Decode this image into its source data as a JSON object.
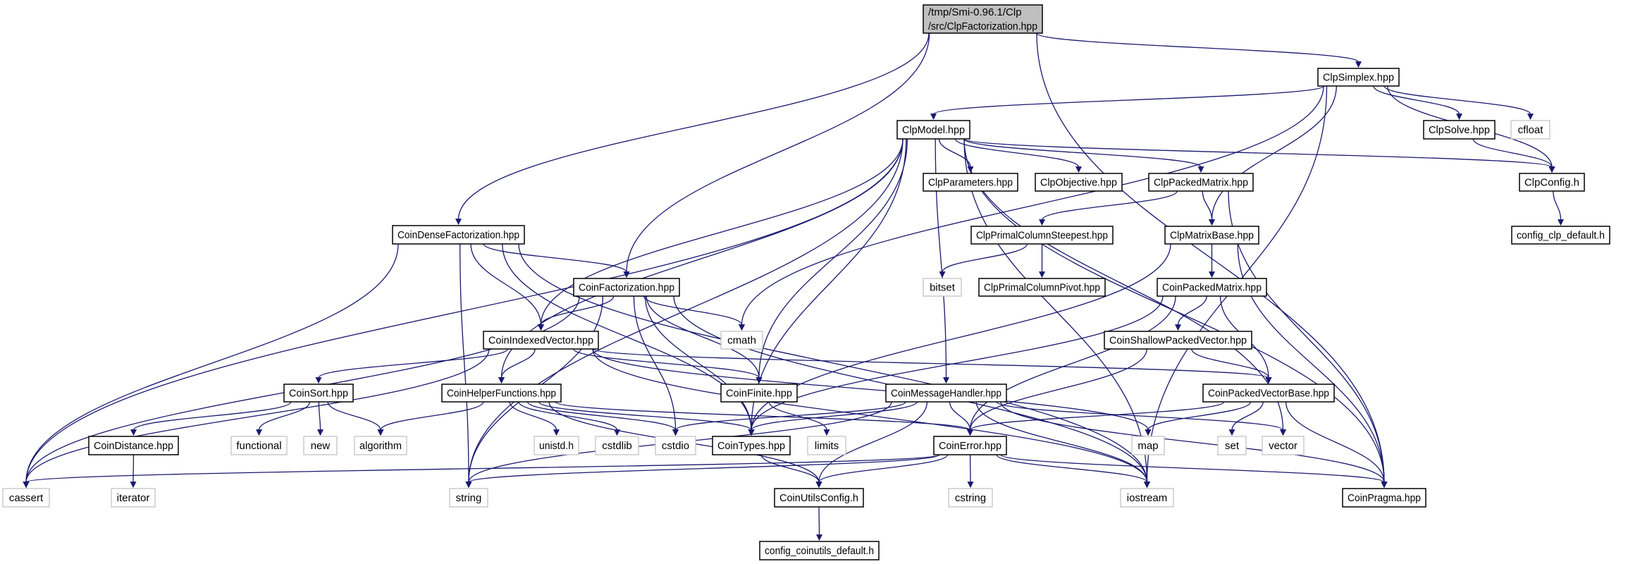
{
  "diagram": {
    "type": "include-dependency-graph",
    "colors": {
      "edge": "#191970",
      "root_fill": "#bfbfbf",
      "documented_border": "#000000",
      "external_border": "#bfbfbf"
    },
    "nodes": {
      "root": {
        "lines": [
          "/tmp/Smi-0.96.1/Clp",
          "/src/ClpFactorization.hpp"
        ],
        "kind": "root"
      },
      "ClpSimplex": {
        "label": "ClpSimplex.hpp",
        "kind": "documented"
      },
      "ClpModel": {
        "label": "ClpModel.hpp",
        "kind": "documented"
      },
      "ClpSolve": {
        "label": "ClpSolve.hpp",
        "kind": "documented"
      },
      "cfloat": {
        "label": "cfloat",
        "kind": "external"
      },
      "ClpParameters": {
        "label": "ClpParameters.hpp",
        "kind": "documented"
      },
      "ClpObjective": {
        "label": "ClpObjective.hpp",
        "kind": "documented"
      },
      "ClpPackedMatrix": {
        "label": "ClpPackedMatrix.hpp",
        "kind": "documented"
      },
      "ClpConfig": {
        "label": "ClpConfig.h",
        "kind": "documented"
      },
      "CoinDenseFactorization": {
        "label": "CoinDenseFactorization.hpp",
        "kind": "documented"
      },
      "ClpPrimalColumnSteepest": {
        "label": "ClpPrimalColumnSteepest.hpp",
        "kind": "documented"
      },
      "ClpMatrixBase": {
        "label": "ClpMatrixBase.hpp",
        "kind": "documented"
      },
      "config_clp_default": {
        "label": "config_clp_default.h",
        "kind": "documented"
      },
      "CoinFactorization": {
        "label": "CoinFactorization.hpp",
        "kind": "documented"
      },
      "bitset": {
        "label": "bitset",
        "kind": "external"
      },
      "ClpPrimalColumnPivot": {
        "label": "ClpPrimalColumnPivot.hpp",
        "kind": "documented"
      },
      "CoinPackedMatrix": {
        "label": "CoinPackedMatrix.hpp",
        "kind": "documented"
      },
      "CoinIndexedVector": {
        "label": "CoinIndexedVector.hpp",
        "kind": "documented"
      },
      "cmath": {
        "label": "cmath",
        "kind": "external"
      },
      "CoinShallowPackedVector": {
        "label": "CoinShallowPackedVector.hpp",
        "kind": "documented"
      },
      "CoinSort": {
        "label": "CoinSort.hpp",
        "kind": "documented"
      },
      "CoinHelperFunctions": {
        "label": "CoinHelperFunctions.hpp",
        "kind": "documented"
      },
      "CoinFinite": {
        "label": "CoinFinite.hpp",
        "kind": "documented"
      },
      "CoinMessageHandler": {
        "label": "CoinMessageHandler.hpp",
        "kind": "documented"
      },
      "CoinPackedVectorBase": {
        "label": "CoinPackedVectorBase.hpp",
        "kind": "documented"
      },
      "CoinDistance": {
        "label": "CoinDistance.hpp",
        "kind": "documented"
      },
      "functional": {
        "label": "functional",
        "kind": "external"
      },
      "new": {
        "label": "new",
        "kind": "external"
      },
      "algorithm": {
        "label": "algorithm",
        "kind": "external"
      },
      "unistd": {
        "label": "unistd.h",
        "kind": "external"
      },
      "cstdlib": {
        "label": "cstdlib",
        "kind": "external"
      },
      "cstdio": {
        "label": "cstdio",
        "kind": "external"
      },
      "CoinTypes": {
        "label": "CoinTypes.hpp",
        "kind": "documented"
      },
      "limits": {
        "label": "limits",
        "kind": "external"
      },
      "CoinError": {
        "label": "CoinError.hpp",
        "kind": "documented"
      },
      "map": {
        "label": "map",
        "kind": "external"
      },
      "set": {
        "label": "set",
        "kind": "external"
      },
      "vector": {
        "label": "vector",
        "kind": "external"
      },
      "cassert": {
        "label": "cassert",
        "kind": "external"
      },
      "iterator": {
        "label": "iterator",
        "kind": "external"
      },
      "string": {
        "label": "string",
        "kind": "external"
      },
      "CoinUtilsConfig": {
        "label": "CoinUtilsConfig.h",
        "kind": "documented"
      },
      "cstring": {
        "label": "cstring",
        "kind": "external"
      },
      "iostream": {
        "label": "iostream",
        "kind": "external"
      },
      "CoinPragma": {
        "label": "CoinPragma.hpp",
        "kind": "documented"
      },
      "config_coinutils_default": {
        "label": "config_coinutils_default.h",
        "kind": "documented"
      }
    },
    "edges": [
      [
        "root",
        "ClpSimplex"
      ],
      [
        "root",
        "CoinPragma"
      ],
      [
        "root",
        "CoinDenseFactorization"
      ],
      [
        "root",
        "CoinFactorization"
      ],
      [
        "ClpSimplex",
        "ClpModel"
      ],
      [
        "ClpSimplex",
        "cmath"
      ],
      [
        "ClpSimplex",
        "ClpMatrixBase"
      ],
      [
        "ClpSimplex",
        "iostream"
      ],
      [
        "ClpSimplex",
        "ClpSolve"
      ],
      [
        "ClpSimplex",
        "cfloat"
      ],
      [
        "ClpSimplex",
        "ClpConfig"
      ],
      [
        "ClpModel",
        "cassert"
      ],
      [
        "ClpModel",
        "string"
      ],
      [
        "ClpModel",
        "CoinHelperFunctions"
      ],
      [
        "ClpModel",
        "CoinIndexedVector"
      ],
      [
        "ClpModel",
        "CoinTypes"
      ],
      [
        "ClpModel",
        "CoinFinite"
      ],
      [
        "ClpModel",
        "CoinMessageHandler"
      ],
      [
        "ClpModel",
        "ClpParameters"
      ],
      [
        "ClpModel",
        "ClpObjective"
      ],
      [
        "ClpModel",
        "ClpPackedMatrix"
      ],
      [
        "ClpModel",
        "ClpConfig"
      ],
      [
        "ClpModel",
        "iostream"
      ],
      [
        "ClpModel",
        "vector"
      ],
      [
        "ClpModel",
        "CoinPragma"
      ],
      [
        "ClpSolve",
        "ClpConfig"
      ],
      [
        "ClpConfig",
        "config_clp_default"
      ],
      [
        "ClpPackedMatrix",
        "ClpPrimalColumnSteepest"
      ],
      [
        "ClpPackedMatrix",
        "ClpMatrixBase"
      ],
      [
        "ClpPackedMatrix",
        "CoinPragma"
      ],
      [
        "ClpPrimalColumnSteepest",
        "bitset"
      ],
      [
        "ClpPrimalColumnSteepest",
        "ClpPrimalColumnPivot"
      ],
      [
        "ClpMatrixBase",
        "CoinPackedMatrix"
      ],
      [
        "ClpMatrixBase",
        "CoinTypes"
      ],
      [
        "ClpMatrixBase",
        "CoinPragma"
      ],
      [
        "CoinPackedMatrix",
        "CoinShallowPackedVector"
      ],
      [
        "CoinPackedMatrix",
        "CoinPackedVectorBase"
      ],
      [
        "CoinPackedMatrix",
        "CoinError"
      ],
      [
        "CoinPackedMatrix",
        "CoinTypes"
      ],
      [
        "CoinShallowPackedVector",
        "CoinPackedVectorBase"
      ],
      [
        "CoinShallowPackedVector",
        "CoinError"
      ],
      [
        "CoinPackedVectorBase",
        "CoinError"
      ],
      [
        "CoinPackedVectorBase",
        "map"
      ],
      [
        "CoinPackedVectorBase",
        "set"
      ],
      [
        "CoinPackedVectorBase",
        "CoinPragma"
      ],
      [
        "CoinDenseFactorization",
        "cassert"
      ],
      [
        "CoinDenseFactorization",
        "string"
      ],
      [
        "CoinDenseFactorization",
        "CoinFactorization"
      ],
      [
        "CoinDenseFactorization",
        "CoinIndexedVector"
      ],
      [
        "CoinDenseFactorization",
        "CoinTypes"
      ],
      [
        "CoinDenseFactorization",
        "iostream"
      ],
      [
        "CoinFactorization",
        "cassert"
      ],
      [
        "CoinFactorization",
        "string"
      ],
      [
        "CoinFactorization",
        "CoinIndexedVector"
      ],
      [
        "CoinFactorization",
        "cmath"
      ],
      [
        "CoinFactorization",
        "cstdio"
      ],
      [
        "CoinFactorization",
        "CoinTypes"
      ],
      [
        "CoinFactorization",
        "CoinFinite"
      ],
      [
        "CoinFactorization",
        "iostream"
      ],
      [
        "CoinIndexedVector",
        "cassert"
      ],
      [
        "CoinIndexedVector",
        "CoinSort"
      ],
      [
        "CoinIndexedVector",
        "CoinHelperFunctions"
      ],
      [
        "CoinIndexedVector",
        "CoinFinite"
      ],
      [
        "CoinIndexedVector",
        "CoinPackedVectorBase"
      ],
      [
        "CoinIndexedVector",
        "map"
      ],
      [
        "CoinIndexedVector",
        "iostream"
      ],
      [
        "CoinSort",
        "CoinDistance"
      ],
      [
        "CoinSort",
        "functional"
      ],
      [
        "CoinSort",
        "new"
      ],
      [
        "CoinSort",
        "algorithm"
      ],
      [
        "CoinDistance",
        "iterator"
      ],
      [
        "CoinHelperFunctions",
        "algorithm"
      ],
      [
        "CoinHelperFunctions",
        "unistd"
      ],
      [
        "CoinHelperFunctions",
        "cstdlib"
      ],
      [
        "CoinHelperFunctions",
        "cstdio"
      ],
      [
        "CoinHelperFunctions",
        "CoinTypes"
      ],
      [
        "CoinHelperFunctions",
        "CoinError"
      ],
      [
        "CoinHelperFunctions",
        "CoinUtilsConfig"
      ],
      [
        "CoinFinite",
        "limits"
      ],
      [
        "CoinMessageHandler",
        "cstdio"
      ],
      [
        "CoinMessageHandler",
        "CoinTypes"
      ],
      [
        "CoinMessageHandler",
        "CoinUtilsConfig"
      ],
      [
        "CoinMessageHandler",
        "string"
      ],
      [
        "CoinMessageHandler",
        "iostream"
      ],
      [
        "CoinMessageHandler",
        "CoinPragma"
      ],
      [
        "CoinMessageHandler",
        "vector"
      ],
      [
        "CoinMessageHandler",
        "CoinError"
      ],
      [
        "CoinError",
        "cassert"
      ],
      [
        "CoinError",
        "string"
      ],
      [
        "CoinError",
        "CoinUtilsConfig"
      ],
      [
        "CoinError",
        "cstring"
      ],
      [
        "CoinError",
        "iostream"
      ],
      [
        "CoinError",
        "CoinPragma"
      ],
      [
        "CoinTypes",
        "CoinUtilsConfig"
      ],
      [
        "CoinUtilsConfig",
        "config_coinutils_default"
      ]
    ]
  }
}
